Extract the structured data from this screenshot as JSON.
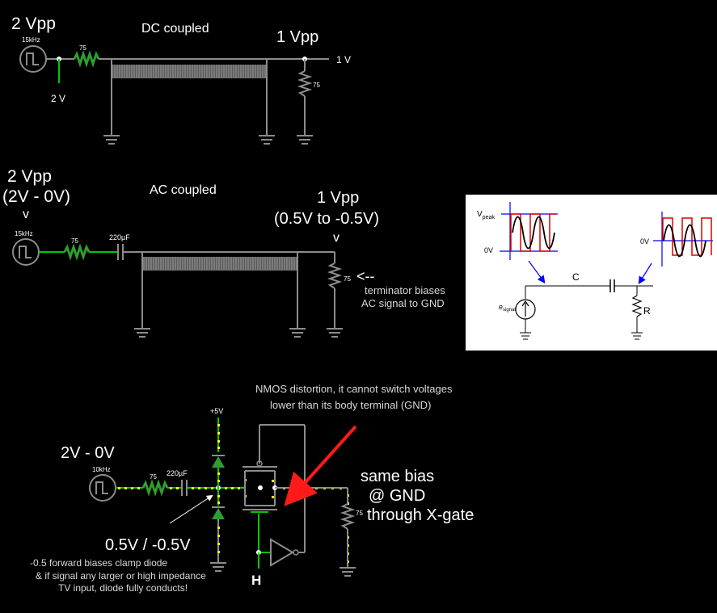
{
  "colors": {
    "background": "#000000",
    "wire_gray": "#8c8c8c",
    "wire_green": "#00c800",
    "resistor_green": "#2e9e2e",
    "current_dots": "#ffff00",
    "label_white": "#ffffff",
    "annotation_gray": "#d8d8d8",
    "arrow_red": "#ff1a1a",
    "inset_bg": "#ffffff",
    "inset_blue": "#0000ff",
    "inset_red": "#dd0000"
  },
  "circuit1": {
    "source_vpp": "2 Vpp",
    "source_freq": "15kHz",
    "resistor": "75",
    "title": "DC coupled",
    "node_left_voltage": "2 V",
    "output_vpp": "1 Vpp",
    "load_resistor": "75",
    "output_voltage": "1 V"
  },
  "circuit2": {
    "source_vpp": "2 Vpp",
    "source_range": "(2V - 0V)",
    "source_arrow": "v",
    "source_freq": "15kHz",
    "resistor": "75",
    "capacitor": "220µF",
    "title": "AC coupled",
    "output_vpp": "1 Vpp",
    "output_range": "(0.5V to -0.5V)",
    "output_arrow": "v",
    "load_resistor": "75",
    "terminator_arrow": "<--",
    "terminator_line1": "terminator biases",
    "terminator_line2": "AC signal to GND"
  },
  "inset": {
    "vpeak_label": "V",
    "vpeak_sub": "peak",
    "zero_left": "0V",
    "zero_right": "0V",
    "cap_label": "C",
    "source_label": "e",
    "source_sub": "signal",
    "resistor_label": "R"
  },
  "circuit3": {
    "source_range": "2V - 0V",
    "source_freq": "10kHz",
    "resistor": "75",
    "capacitor": "220µF",
    "supply": "+5V",
    "clamp_label": "0.5V / -0.5V",
    "note_line1": "-0.5 forward biases clamp diode",
    "note_line2": "& if signal any larger or high impedance",
    "note_line3": "TV input, diode fully conducts!",
    "nmos_line1": "NMOS distortion, it cannot switch voltages",
    "nmos_line2": "lower than its body terminal (GND)",
    "bias_line1": "same bias",
    "bias_line2": "@ GND",
    "bias_line3": "through X-gate",
    "load_resistor": "75",
    "logic_high": "H"
  }
}
